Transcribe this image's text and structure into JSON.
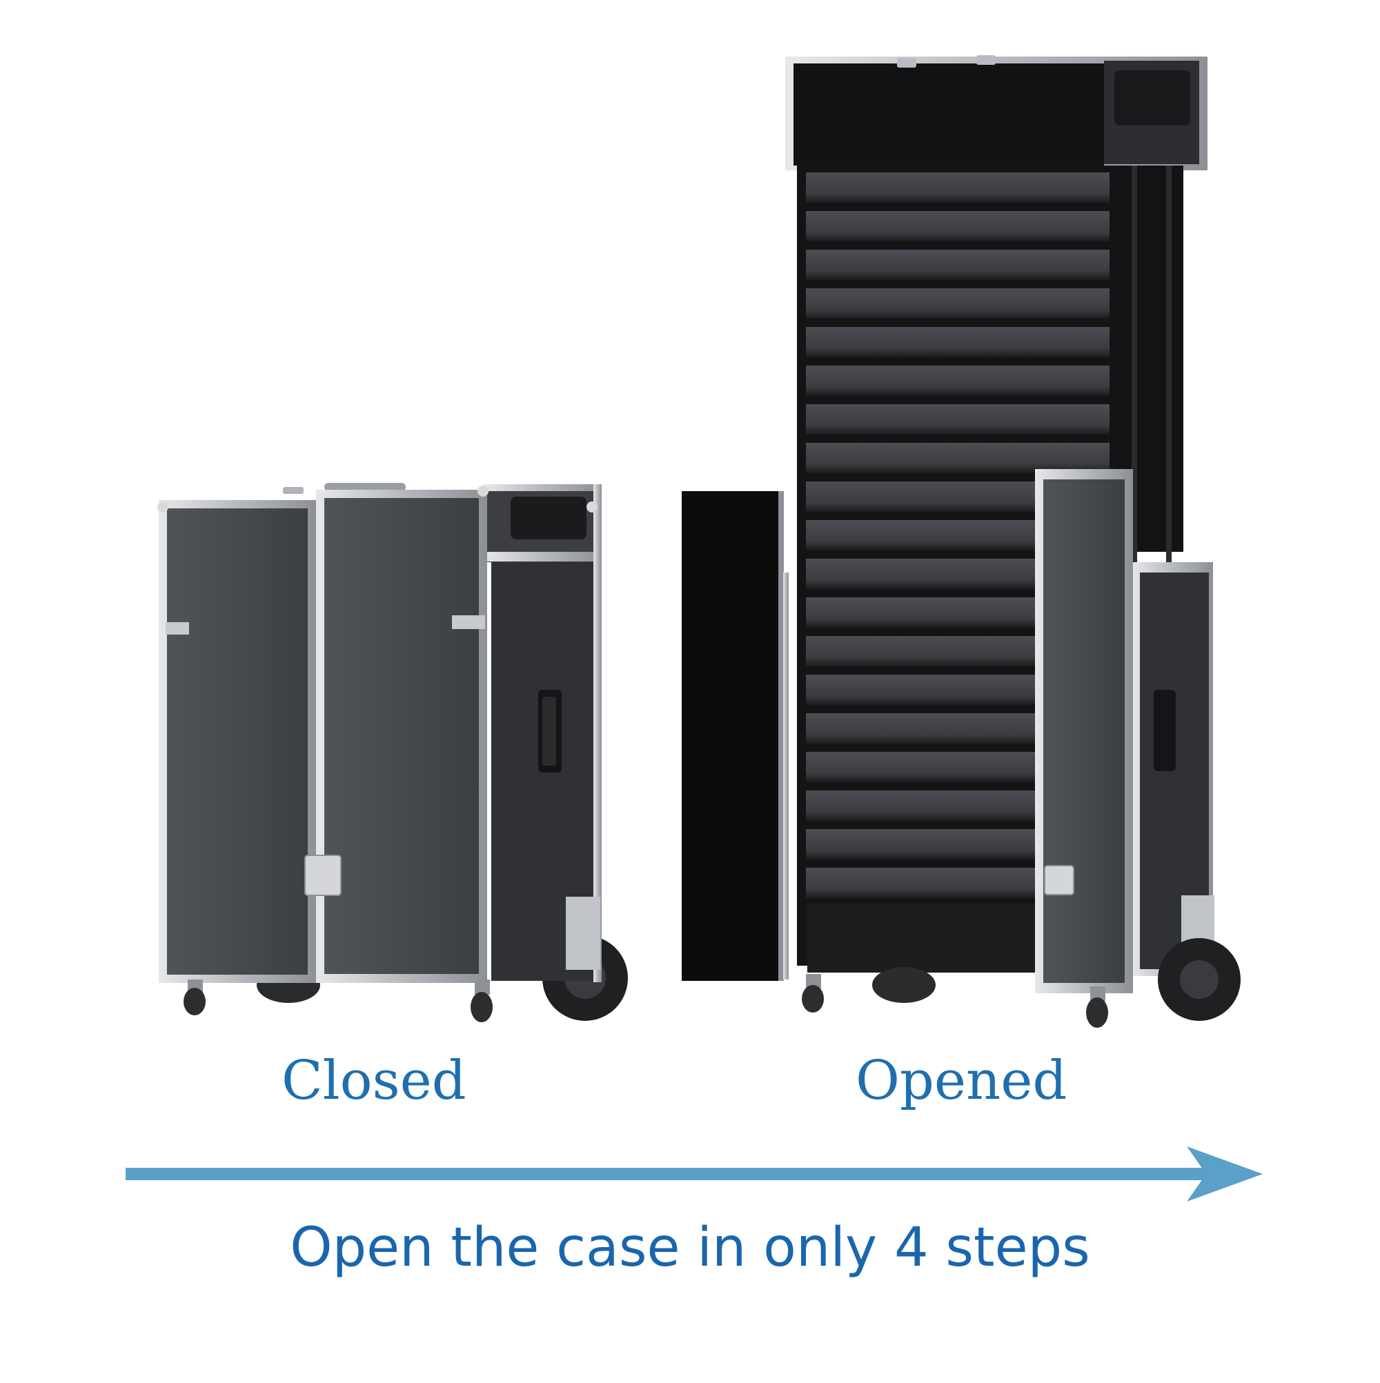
{
  "labels": {
    "closed": "Closed",
    "opened": "Opened"
  },
  "caption": "Open the case in only 4 steps",
  "colors": {
    "label_text": "#1f6fae",
    "caption_text": "#1a66ad",
    "arrow": "#5aa0c8",
    "case_panel": "#4a4d52",
    "case_frame": "#c9cbce",
    "interior": "#141414",
    "drawer": "#3f4146"
  }
}
